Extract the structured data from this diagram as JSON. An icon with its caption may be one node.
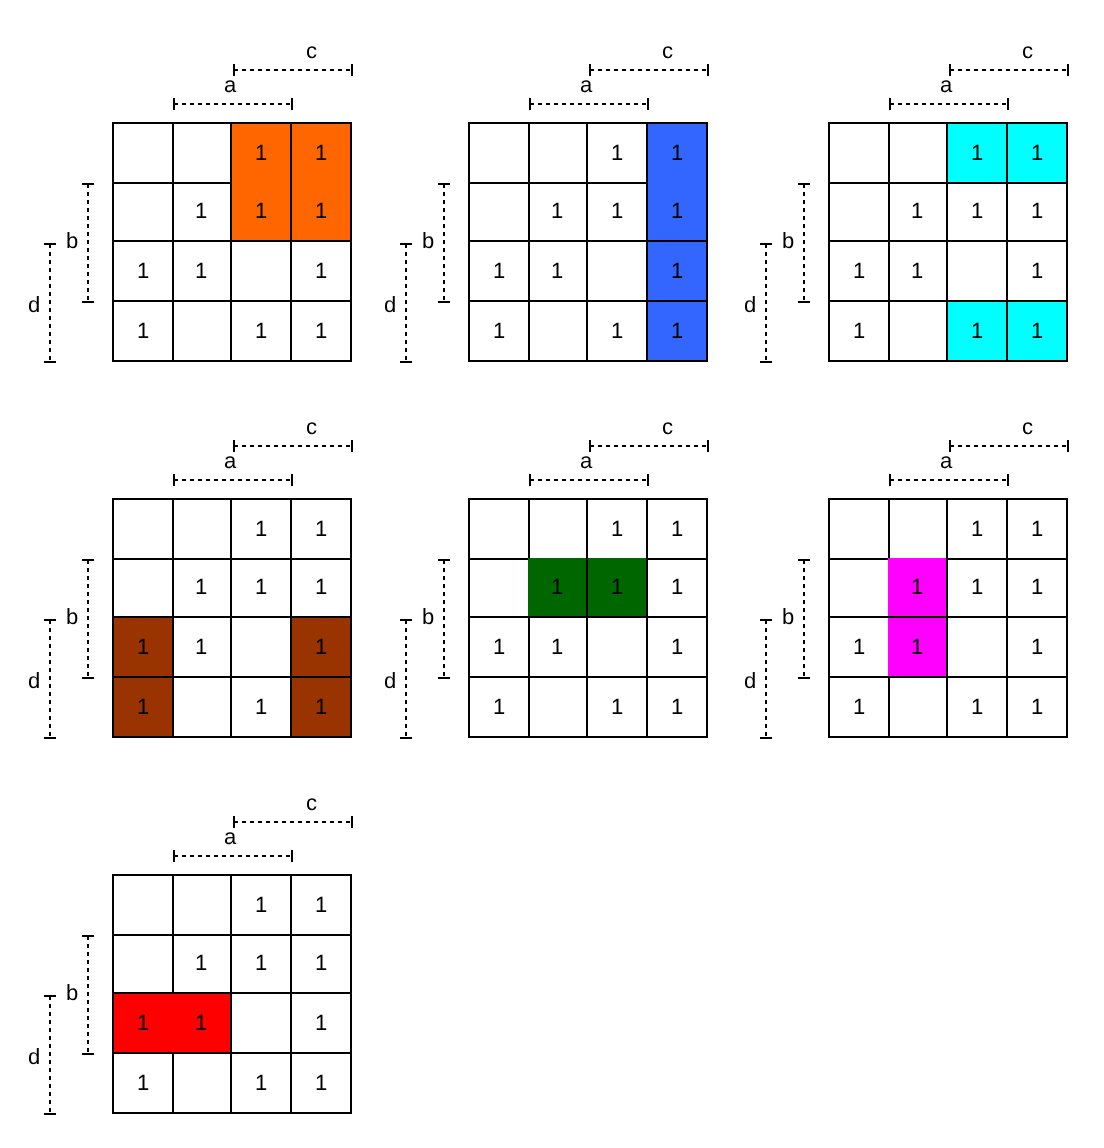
{
  "diagram": {
    "labels": [
      "c",
      "a",
      "b",
      "d",
      "1",
      "1",
      "1",
      "1",
      "1",
      "1",
      "1",
      "1",
      "1",
      "1",
      "1",
      "c",
      "a",
      "b",
      "d",
      "1",
      "1",
      "1",
      "1",
      "1",
      "1",
      "1",
      "1",
      "1",
      "1",
      "1",
      "c",
      "a",
      "b",
      "d",
      "1",
      "1",
      "1",
      "1",
      "1",
      "1",
      "1",
      "1",
      "1",
      "1",
      "1",
      "c",
      "a",
      "b",
      "d",
      "1",
      "1",
      "1",
      "1",
      "1",
      "1",
      "1",
      "1",
      "1",
      "1",
      "1",
      "c",
      "a",
      "b",
      "d",
      "1",
      "1",
      "1",
      "1",
      "1",
      "1",
      "1",
      "1",
      "1",
      "1",
      "1",
      "c",
      "a",
      "b",
      "d",
      "1",
      "1",
      "1",
      "1",
      "1",
      "1",
      "1",
      "1",
      "1",
      "1",
      "1",
      "c",
      "a",
      "b",
      "d",
      "1",
      "1",
      "1",
      "1",
      "1",
      "1",
      "1",
      "1",
      "1",
      "1",
      "1"
    ]
  }
}
